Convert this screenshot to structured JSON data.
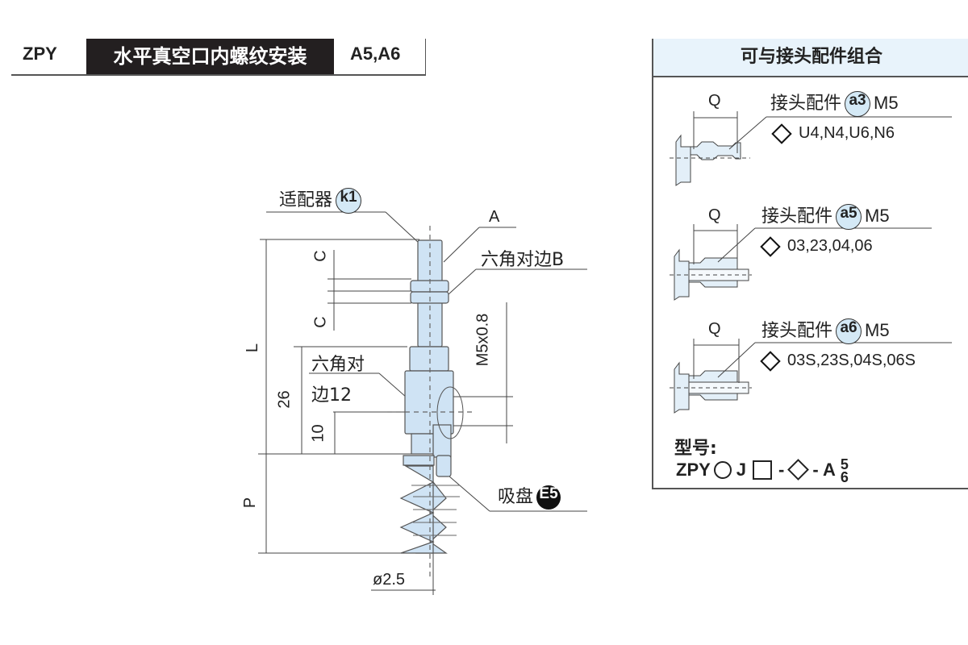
{
  "header": {
    "model": "ZPY",
    "title": "水平真空口内螺纹安装",
    "variant": "A5,A6"
  },
  "drawing": {
    "labels": {
      "adapter": "适配器",
      "adapter_badge": "k1",
      "a_dim": "A",
      "hex_b": "六角对边B",
      "c_top": "C",
      "c_bottom": "C",
      "l_dim": "L",
      "hex12_line1": "六角对",
      "hex12_line2": "边12",
      "dim_26": "26",
      "dim_10": "10",
      "thread": "M5x0.8",
      "p_dim": "P",
      "pad": "吸盘",
      "pad_badge": "E5",
      "diameter": "ø2.5"
    },
    "colors": {
      "part_fill": "#cfe3f4",
      "line": "#444444"
    }
  },
  "panel": {
    "title": "可与接头配件组合",
    "fittings": [
      {
        "dim": "Q",
        "title": "接头配件",
        "badge": "a3",
        "thread": "M5",
        "codes": "U4,N4,U6,N6"
      },
      {
        "dim": "Q",
        "title": "接头配件",
        "badge": "a5",
        "thread": "M5",
        "codes": "03,23,04,06"
      },
      {
        "dim": "Q",
        "title": "接头配件",
        "badge": "a6",
        "thread": "M5",
        "codes": "03S,23S,04S,06S"
      }
    ],
    "model_label": "型号:",
    "model_code": {
      "prefix": "ZPY",
      "j": "J",
      "dash1": "-",
      "dash2": "-",
      "a": "A",
      "super": "5",
      "sub": "6"
    }
  }
}
